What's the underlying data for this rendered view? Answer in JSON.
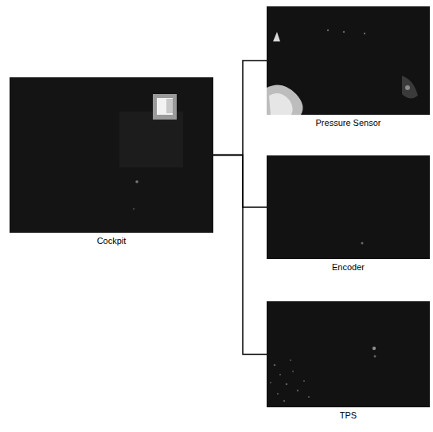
{
  "diagram": {
    "nodes": [
      {
        "text": [
          "Cockpit"
        ]
      },
      {
        "text": [
          "Pressure Sensor"
        ]
      },
      {
        "text": [
          "Encoder"
        ]
      },
      {
        "text": [
          "TPS"
        ]
      }
    ],
    "edges": [
      {
        "from": 0,
        "to": 1,
        "arrow": "none"
      },
      {
        "from": 0,
        "to": 2,
        "arrow": "none"
      },
      {
        "from": 0,
        "to": 3,
        "arrow": "none"
      }
    ]
  }
}
